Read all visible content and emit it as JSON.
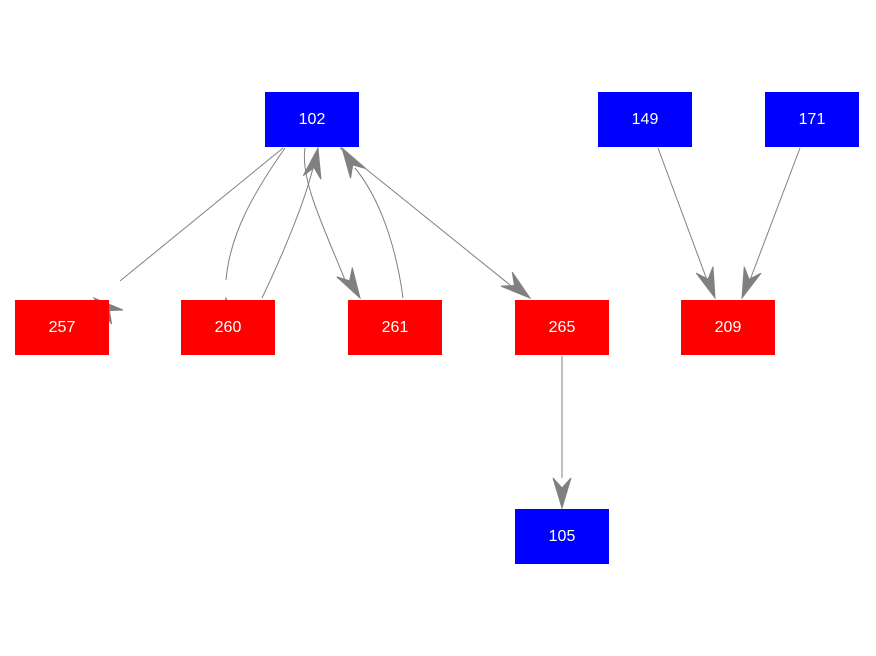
{
  "colors": {
    "blue_node": "#0000ff",
    "red_node": "#ff0000",
    "edge": "#808080"
  },
  "nodes": [
    {
      "id": "102",
      "label": "102",
      "color": "blue"
    },
    {
      "id": "149",
      "label": "149",
      "color": "blue"
    },
    {
      "id": "171",
      "label": "171",
      "color": "blue"
    },
    {
      "id": "257",
      "label": "257",
      "color": "red"
    },
    {
      "id": "260",
      "label": "260",
      "color": "red"
    },
    {
      "id": "261",
      "label": "261",
      "color": "red"
    },
    {
      "id": "265",
      "label": "265",
      "color": "red"
    },
    {
      "id": "209",
      "label": "209",
      "color": "red"
    },
    {
      "id": "105",
      "label": "105",
      "color": "blue"
    }
  ],
  "edges": [
    {
      "from": "102",
      "to": "257"
    },
    {
      "from": "102",
      "to": "260"
    },
    {
      "from": "260",
      "to": "102"
    },
    {
      "from": "102",
      "to": "261"
    },
    {
      "from": "261",
      "to": "102"
    },
    {
      "from": "102",
      "to": "265"
    },
    {
      "from": "149",
      "to": "209"
    },
    {
      "from": "171",
      "to": "209"
    },
    {
      "from": "265",
      "to": "105"
    }
  ]
}
